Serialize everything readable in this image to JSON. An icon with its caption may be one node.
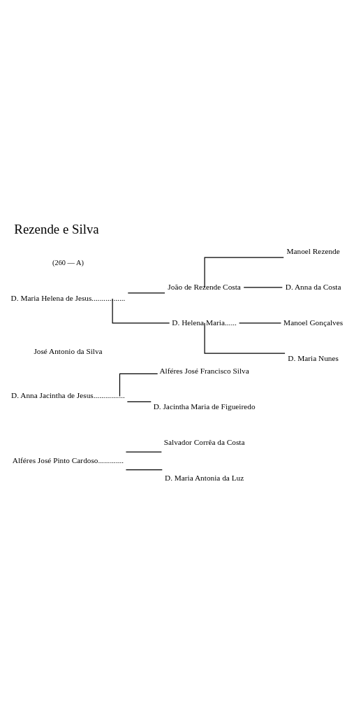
{
  "diagram": {
    "title": "Rezende e Silva",
    "nodes": [
      {
        "text": [
          "Alféres José Pinto Cardoso............."
        ]
      },
      {
        "text": [
          "Salvador Corrêa da Costa"
        ]
      },
      {
        "text": [
          "D. Maria Antonia da Luz"
        ]
      },
      {
        "text": [
          "D. Anna Jacintha de Jesus................"
        ]
      },
      {
        "text": [
          "Alféres José Francisco Silva"
        ]
      },
      {
        "text": [
          "D. Jacintha Maria de Figueiredo"
        ]
      },
      {
        "text": [
          "José Antonio da Silva"
        ]
      },
      {
        "text": [
          "D. Maria Helena de Jesus................."
        ]
      },
      {
        "text": [
          "João de Rezende Costa"
        ]
      },
      {
        "text": [
          "Manoel Rezende"
        ]
      },
      {
        "text": [
          "D. Anna da Costa"
        ]
      },
      {
        "text": [
          "D. Helena Maria......"
        ]
      },
      {
        "text": [
          "Manoel Gonçalves"
        ]
      },
      {
        "text": [
          "D. Maria Nunes"
        ]
      }
    ],
    "edges": [
      {
        "from": 0,
        "to": 1,
        "arrow": "none"
      },
      {
        "from": 0,
        "to": 2,
        "arrow": "none"
      },
      {
        "from": 3,
        "to": 4,
        "arrow": "none"
      },
      {
        "from": 3,
        "to": 5,
        "arrow": "none"
      },
      {
        "from": 7,
        "to": 8,
        "arrow": "none"
      },
      {
        "from": 7,
        "to": 11,
        "arrow": "none"
      },
      {
        "from": 8,
        "to": 9,
        "arrow": "none"
      },
      {
        "from": 8,
        "to": 10,
        "arrow": "none"
      },
      {
        "from": 11,
        "to": 12,
        "arrow": "none"
      },
      {
        "from": 11,
        "to": 13,
        "arrow": "none"
      }
    ],
    "labels": [
      "(260 — A)"
    ]
  }
}
